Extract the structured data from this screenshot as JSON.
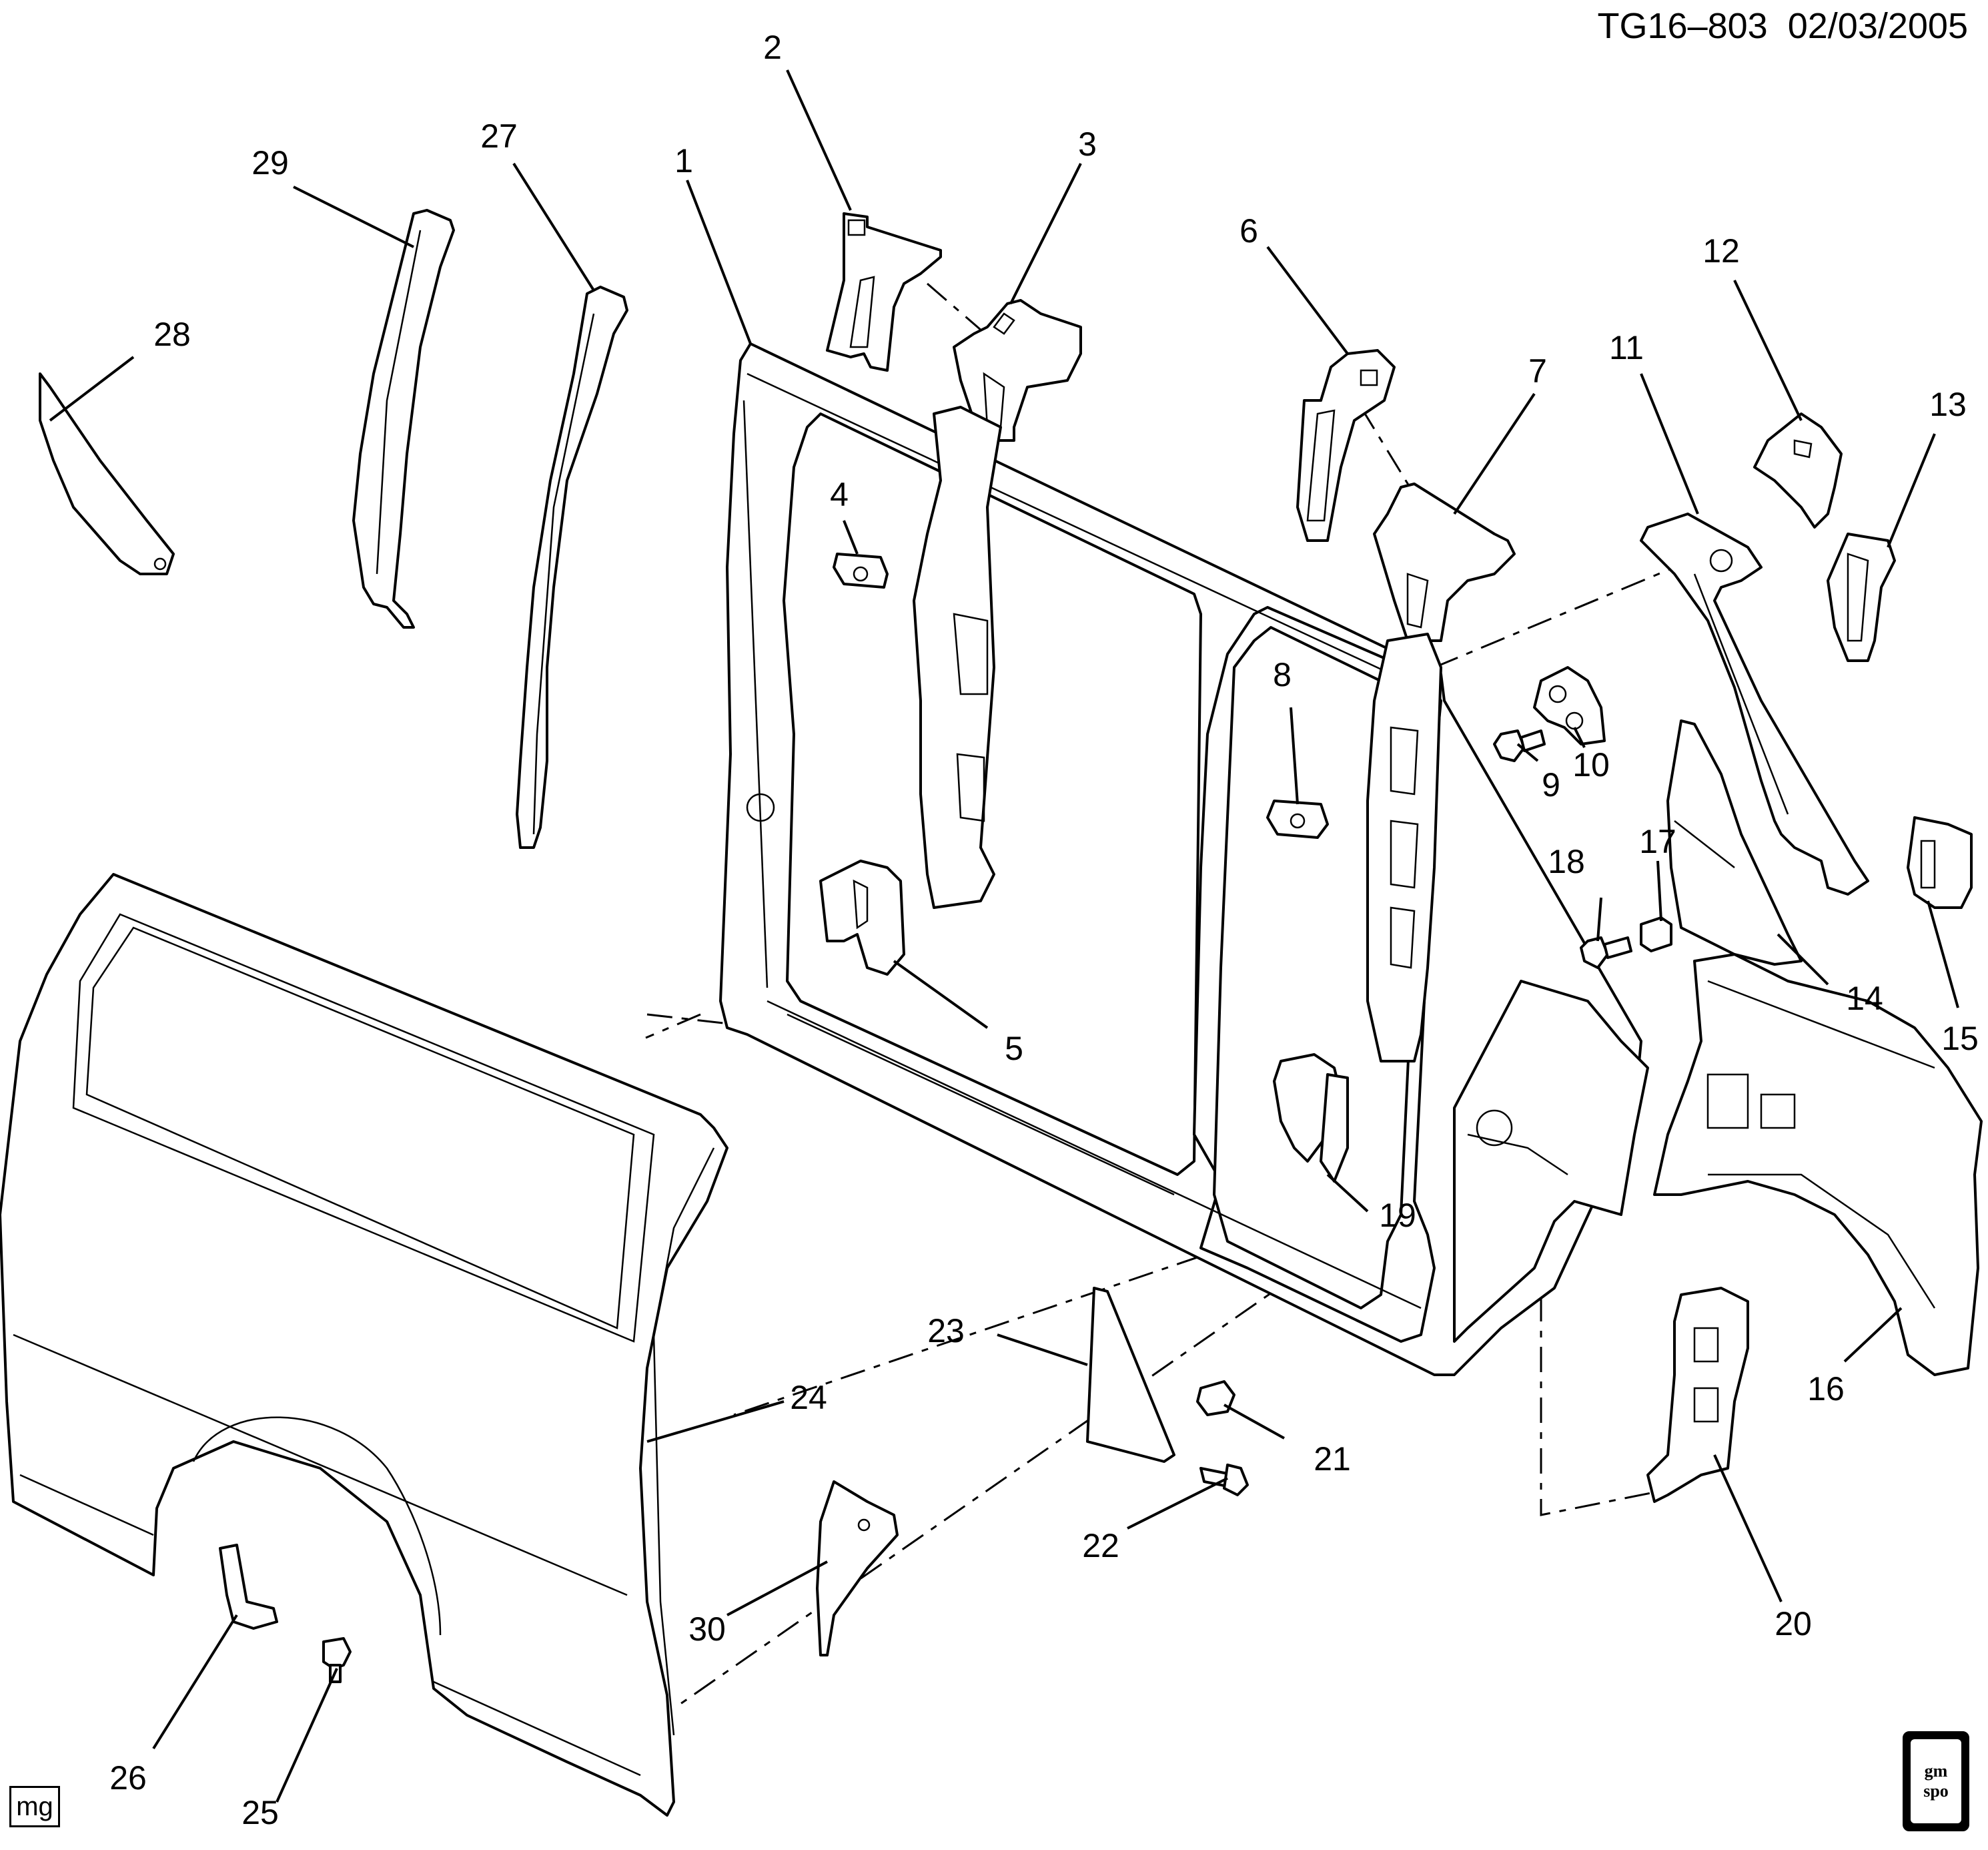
{
  "header": {
    "diagram_code": "TG16–803",
    "date": "02/03/2005"
  },
  "footer": {
    "author_tag": "mg",
    "logo_text": [
      "gm",
      "spo"
    ]
  },
  "callouts": [
    {
      "id": "c1",
      "label": "1"
    },
    {
      "id": "c2",
      "label": "2"
    },
    {
      "id": "c3",
      "label": "3"
    },
    {
      "id": "c4",
      "label": "4"
    },
    {
      "id": "c5",
      "label": "5"
    },
    {
      "id": "c6",
      "label": "6"
    },
    {
      "id": "c7",
      "label": "7"
    },
    {
      "id": "c8",
      "label": "8"
    },
    {
      "id": "c9",
      "label": "9"
    },
    {
      "id": "c10",
      "label": "10"
    },
    {
      "id": "c11",
      "label": "11"
    },
    {
      "id": "c12",
      "label": "12"
    },
    {
      "id": "c13",
      "label": "13"
    },
    {
      "id": "c14",
      "label": "14"
    },
    {
      "id": "c15",
      "label": "15"
    },
    {
      "id": "c16",
      "label": "16"
    },
    {
      "id": "c17",
      "label": "17"
    },
    {
      "id": "c18",
      "label": "18"
    },
    {
      "id": "c19",
      "label": "19"
    },
    {
      "id": "c20",
      "label": "20"
    },
    {
      "id": "c21",
      "label": "21"
    },
    {
      "id": "c22",
      "label": "22"
    },
    {
      "id": "c23",
      "label": "23"
    },
    {
      "id": "c24",
      "label": "24"
    },
    {
      "id": "c25",
      "label": "25"
    },
    {
      "id": "c26",
      "label": "26"
    },
    {
      "id": "c27",
      "label": "27"
    },
    {
      "id": "c28",
      "label": "28"
    },
    {
      "id": "c29",
      "label": "29"
    },
    {
      "id": "c30",
      "label": "30"
    }
  ]
}
